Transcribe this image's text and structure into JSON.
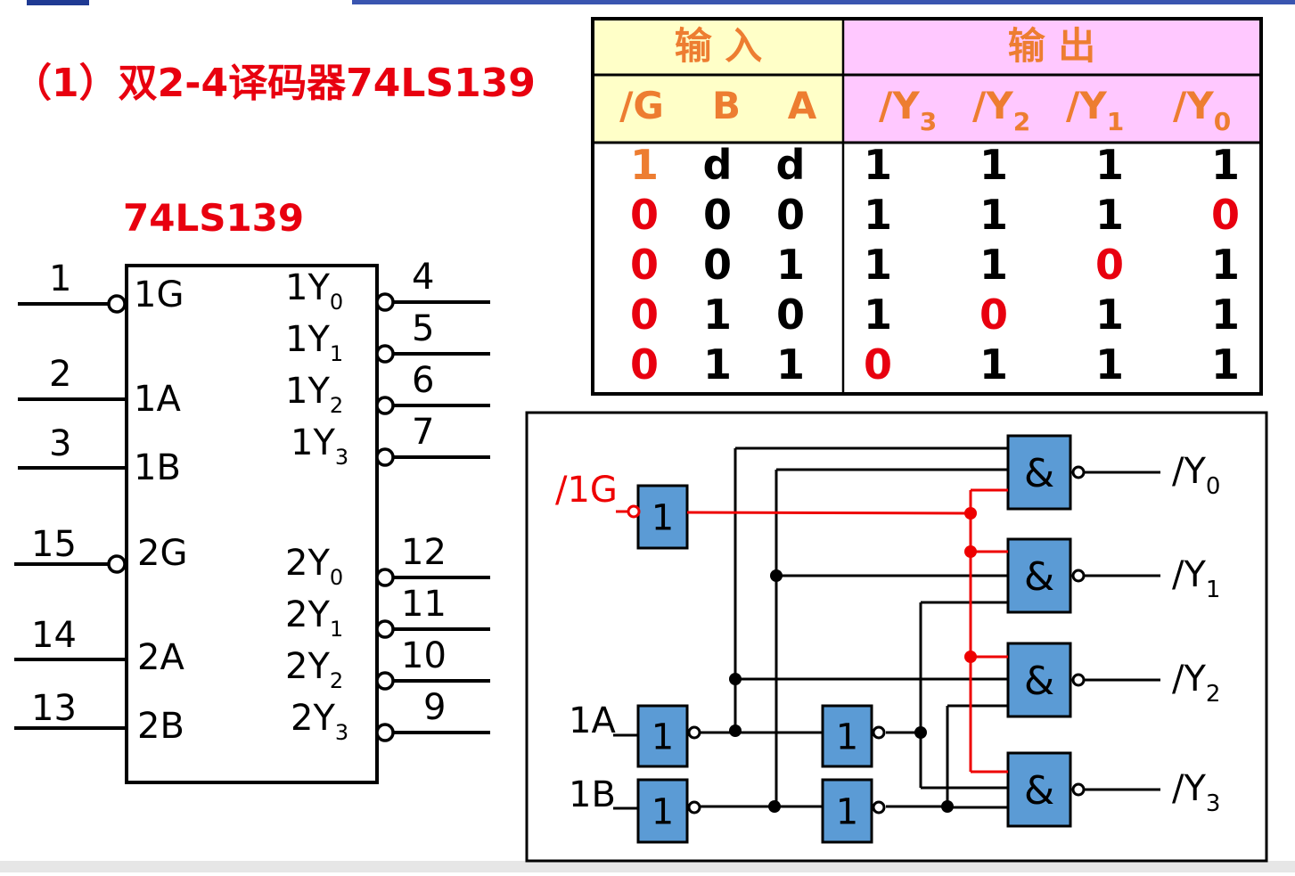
{
  "heading": "（1）双2-4译码器74LS139",
  "colors": {
    "red": "#e8000f",
    "orange": "#ed7d31",
    "input_head_bg": "#ffffc8",
    "output_head_bg": "#ffc8ff",
    "gate_fill": "#5b9bd5",
    "signal_red": "#ee0000",
    "black": "#000000"
  },
  "chip": {
    "title": "74LS139",
    "left_pins": [
      {
        "num": "1",
        "label": "1G",
        "bubble": true
      },
      {
        "num": "2",
        "label": "1A",
        "bubble": false
      },
      {
        "num": "3",
        "label": "1B",
        "bubble": false
      },
      {
        "num": "15",
        "label": "2G",
        "bubble": true
      },
      {
        "num": "14",
        "label": "2A",
        "bubble": false
      },
      {
        "num": "13",
        "label": "2B",
        "bubble": false
      }
    ],
    "right_pins": [
      {
        "num": "4",
        "label": "1Y",
        "sub": "0"
      },
      {
        "num": "5",
        "label": "1Y",
        "sub": "1"
      },
      {
        "num": "6",
        "label": "1Y",
        "sub": "2"
      },
      {
        "num": "7",
        "label": "1Y",
        "sub": "3"
      },
      {
        "num": "12",
        "label": "2Y",
        "sub": "0"
      },
      {
        "num": "11",
        "label": "2Y",
        "sub": "1"
      },
      {
        "num": "10",
        "label": "2Y",
        "sub": "2"
      },
      {
        "num": "9",
        "label": "2Y",
        "sub": "3"
      }
    ]
  },
  "truth_table": {
    "input_header": "输  入",
    "output_header": "输  出",
    "input_cols": [
      "/G",
      "B",
      "A"
    ],
    "output_cols": [
      {
        "text": "/Y",
        "sub": "3"
      },
      {
        "text": "/Y",
        "sub": "2"
      },
      {
        "text": "/Y",
        "sub": "1"
      },
      {
        "text": "/Y",
        "sub": "0"
      }
    ],
    "rows": [
      {
        "inputs": [
          "1",
          "d",
          "d"
        ],
        "outputs": [
          "1",
          "1",
          "1",
          "1"
        ]
      },
      {
        "inputs": [
          "0",
          "0",
          "0"
        ],
        "outputs": [
          "1",
          "1",
          "1",
          "0"
        ]
      },
      {
        "inputs": [
          "0",
          "0",
          "1"
        ],
        "outputs": [
          "1",
          "1",
          "0",
          "1"
        ]
      },
      {
        "inputs": [
          "0",
          "1",
          "0"
        ],
        "outputs": [
          "1",
          "0",
          "1",
          "1"
        ]
      },
      {
        "inputs": [
          "0",
          "1",
          "1"
        ],
        "outputs": [
          "0",
          "1",
          "1",
          "1"
        ]
      }
    ]
  },
  "logic": {
    "enable_label": "/1G",
    "input_a_label": "1A",
    "input_b_label": "1B",
    "not_symbol": "1",
    "and_symbol": "&",
    "outputs": [
      {
        "text": "/Y",
        "sub": "0"
      },
      {
        "text": "/Y",
        "sub": "1"
      },
      {
        "text": "/Y",
        "sub": "2"
      },
      {
        "text": "/Y",
        "sub": "3"
      }
    ]
  }
}
